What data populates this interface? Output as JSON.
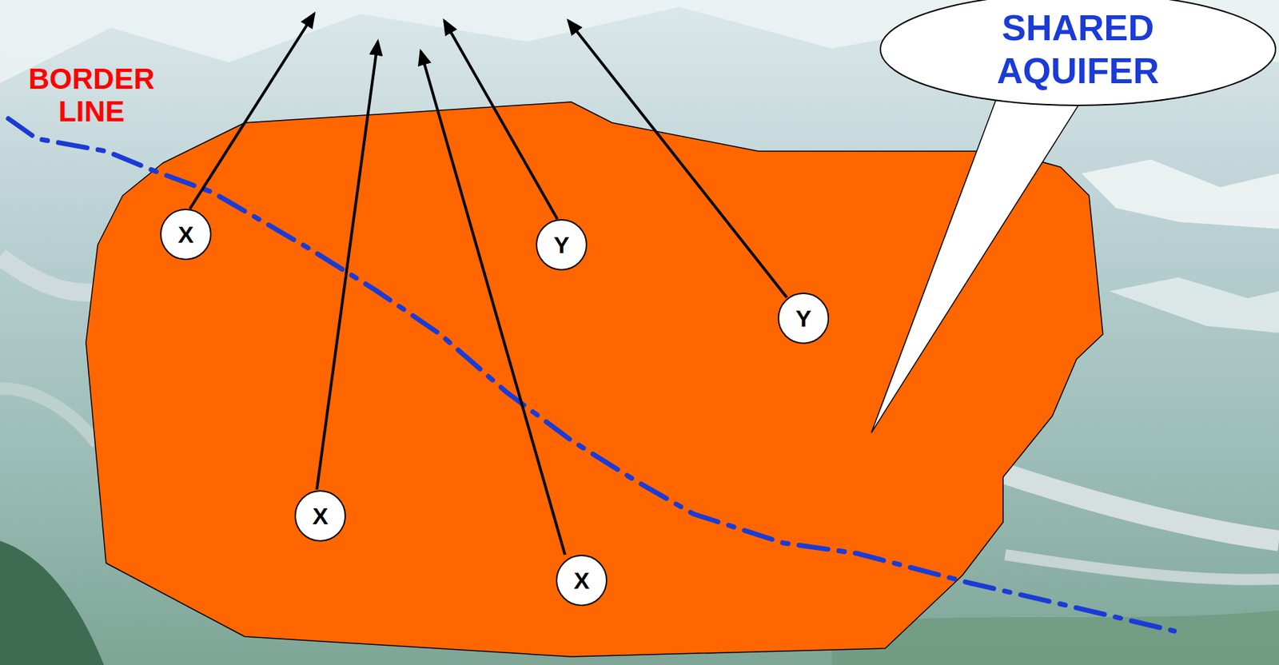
{
  "diagram": {
    "nodes": [
      {
        "text": [
          "SHARED AQUIFER"
        ]
      },
      {
        "text": [
          "X"
        ]
      },
      {
        "text": [
          "Y"
        ]
      },
      {
        "text": [
          "Y"
        ]
      },
      {
        "text": [
          "X"
        ]
      },
      {
        "text": [
          "X"
        ]
      }
    ],
    "labels": [
      "BORDER LINE"
    ]
  }
}
